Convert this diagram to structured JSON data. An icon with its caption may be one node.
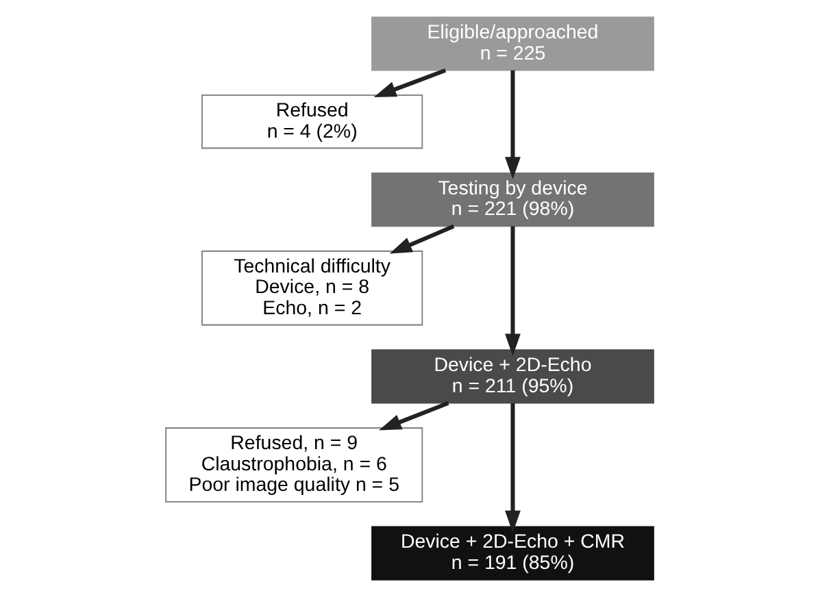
{
  "diagram": {
    "nodes": [
      {
        "text": [
          "Eligible/approached",
          "n = 225"
        ]
      },
      {
        "text": [
          "Refused",
          "n = 4 (2%)"
        ]
      },
      {
        "text": [
          "Testing by device",
          "n = 221 (98%)"
        ]
      },
      {
        "text": [
          "Technical difficulty",
          "Device, n = 8",
          "Echo, n = 2"
        ]
      },
      {
        "text": [
          "Device + 2D-Echo",
          "n = 211 (95%)"
        ]
      },
      {
        "text": [
          "Refused, n = 9",
          "Claustrophobia, n = 6",
          "Poor image quality n = 5"
        ]
      },
      {
        "text": [
          "Device + 2D-Echo + CMR",
          "n = 191 (85%)"
        ]
      }
    ],
    "edges": [
      {
        "from": 0,
        "to": 2,
        "arrow": "to"
      },
      {
        "from": 0,
        "to": 1,
        "arrow": "to"
      },
      {
        "from": 2,
        "to": 4,
        "arrow": "to"
      },
      {
        "from": 2,
        "to": 3,
        "arrow": "to"
      },
      {
        "from": 4,
        "to": 6,
        "arrow": "to"
      },
      {
        "from": 4,
        "to": 5,
        "arrow": "to"
      }
    ]
  }
}
